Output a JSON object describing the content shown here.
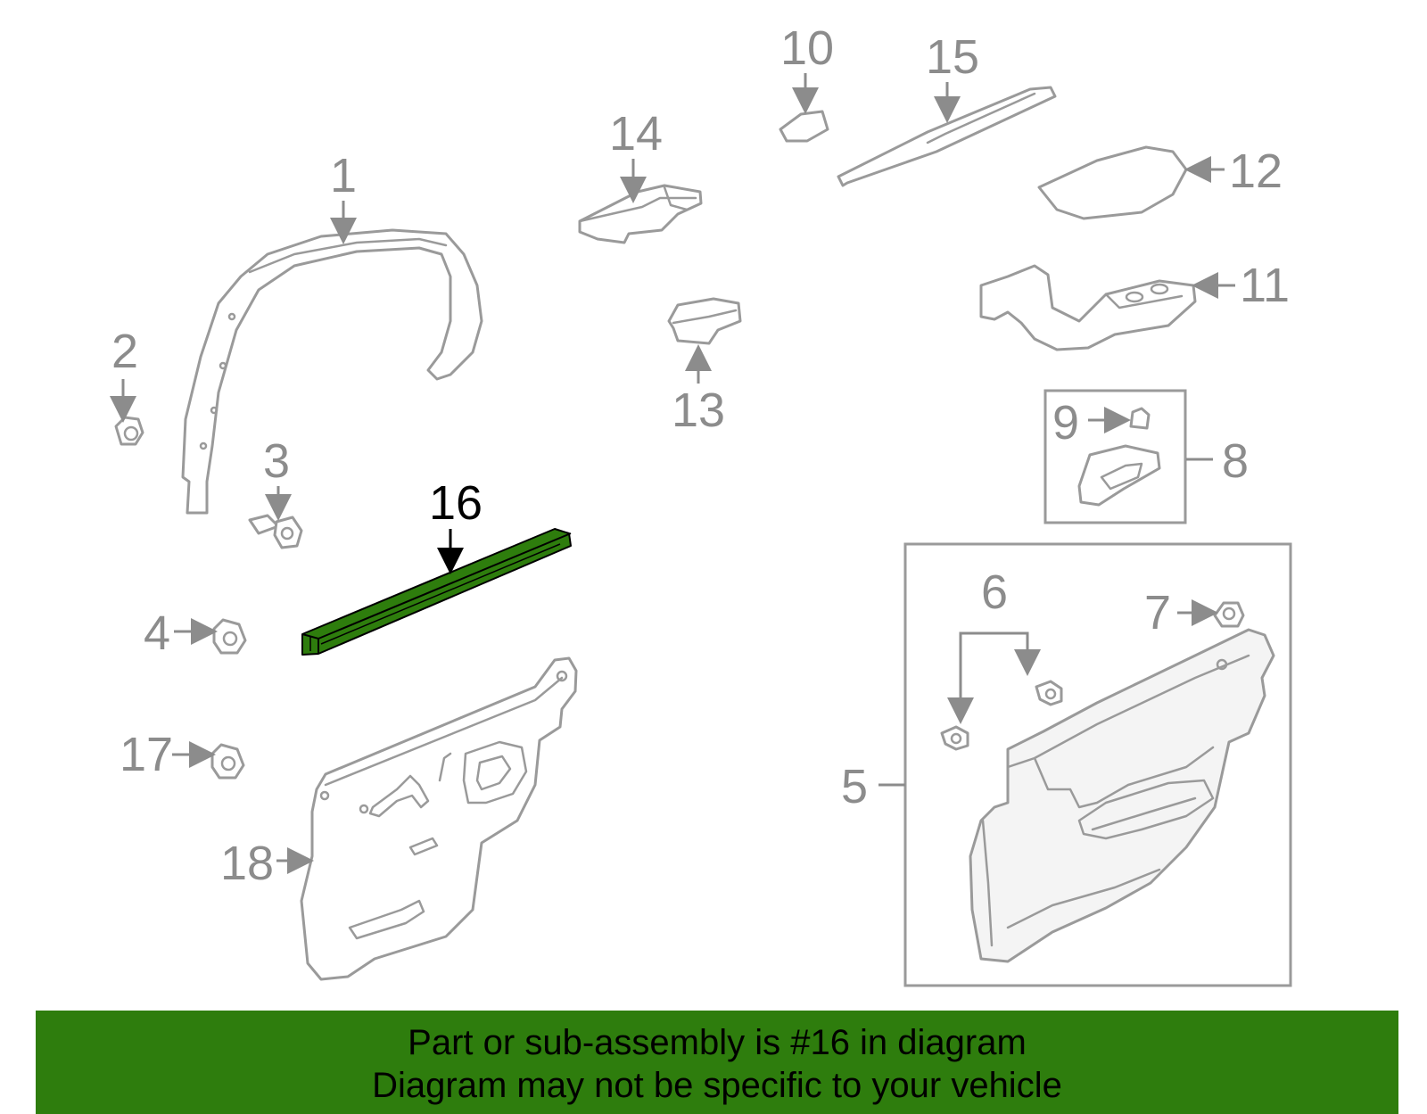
{
  "diagram": {
    "highlight_color": "#2e7d0d",
    "highlighted_part": "16",
    "callouts": [
      "1",
      "2",
      "3",
      "4",
      "5",
      "6",
      "7",
      "8",
      "9",
      "10",
      "11",
      "12",
      "13",
      "14",
      "15",
      "16",
      "17",
      "18"
    ]
  },
  "banner": {
    "line1": "Part or sub-assembly is #16 in diagram",
    "line2": "Diagram may not be specific to your vehicle",
    "background": "#2e7d0d"
  }
}
